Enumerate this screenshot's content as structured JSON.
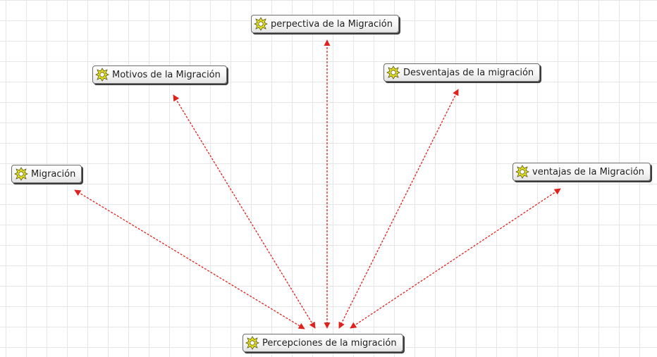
{
  "diagram": {
    "link_color": "#e0221c",
    "icon_color": "#e3df1d",
    "center_node": {
      "id": "percepciones",
      "label": "Percepciones de la migración",
      "icon": "code-family-icon"
    },
    "nodes": [
      {
        "id": "migracion",
        "label": "Migración",
        "icon": "code-family-icon"
      },
      {
        "id": "motivos",
        "label": "Motivos de la Migración",
        "icon": "code-family-icon"
      },
      {
        "id": "perpectiva",
        "label": "perpectiva de la Migración",
        "icon": "code-family-icon"
      },
      {
        "id": "desventajas",
        "label": "Desventajas de la migración",
        "icon": "code-family-icon"
      },
      {
        "id": "ventajas",
        "label": "ventajas de la Migración",
        "icon": "code-family-icon"
      }
    ]
  }
}
